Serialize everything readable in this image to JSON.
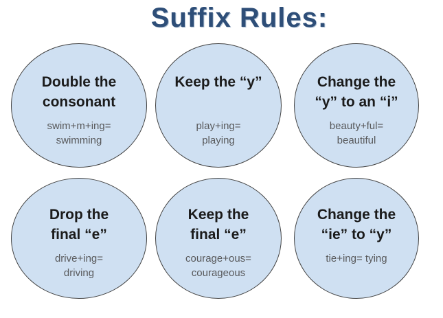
{
  "title": "Suffix Rules:",
  "colors": {
    "title": "#2E4E78",
    "circle_fill": "#CFE0F2",
    "circle_border": "#424242",
    "rule_text": "#1B1B1B",
    "example_text": "#58595B",
    "background": "#FFFFFF"
  },
  "rules": [
    {
      "heading": "Double the\nconsonant",
      "example": "swim+m+ing=\nswimming"
    },
    {
      "heading": "Keep the “y”",
      "example": "play+ing=\nplaying"
    },
    {
      "heading": "Change the\n“y” to an “i”",
      "example": "beauty+ful=\nbeautiful"
    },
    {
      "heading": "Drop the\nfinal “e”",
      "example": "drive+ing=\ndriving"
    },
    {
      "heading": "Keep the\nfinal “e”",
      "example": "courage+ous=\ncourageous"
    },
    {
      "heading": "Change the\n“ie” to “y”",
      "example": "tie+ing= tying"
    }
  ]
}
